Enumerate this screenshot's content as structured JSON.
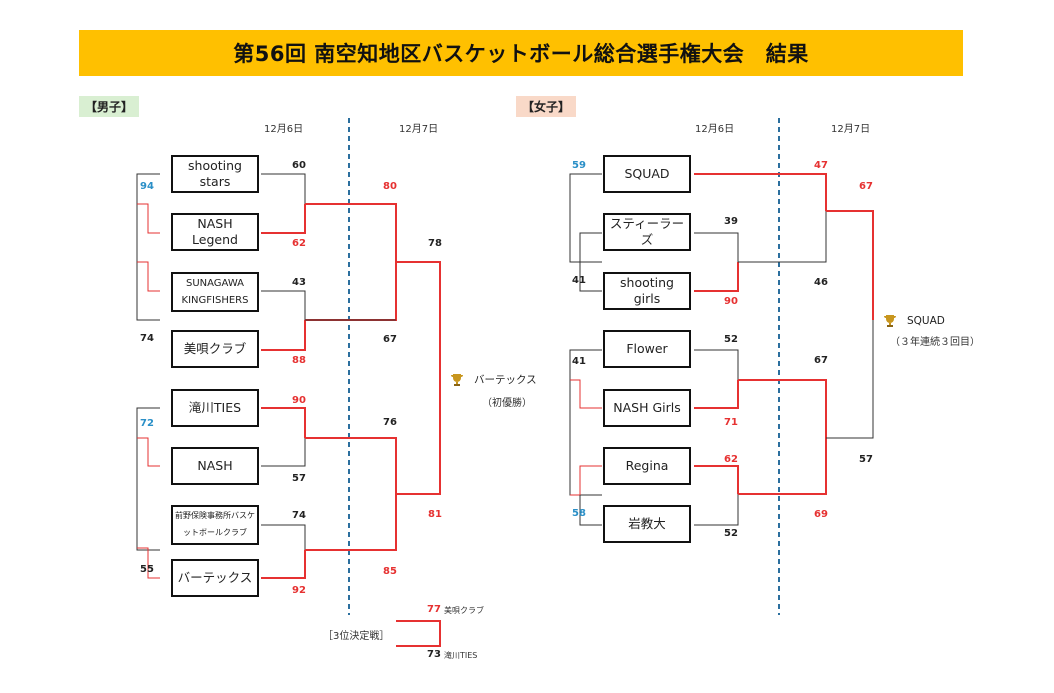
{
  "title": "第56回 南空知地区バスケットボール総合選手権大会　結果",
  "men": {
    "label": "【男子】",
    "date1": "12月6日",
    "date2": "12月7日",
    "teams": [
      "shooting stars",
      "NASH Legend",
      "SUNAGAWA KINGFISHERS",
      "美唄クラブ",
      "滝川TIES",
      "NASH",
      "前野保険事務所バスケットボールクラブ",
      "バーテックス"
    ],
    "scores": {
      "r1_shooting": "60",
      "r1_nash_legend": "62",
      "r1_sunagawa": "43",
      "r1_bibai": "88",
      "r1_takikawa": "90",
      "r1_nash": "57",
      "r1_maeno": "74",
      "r1_vertex": "92",
      "pre_top": "94",
      "pre_top_low": "74",
      "pre_bot": "72",
      "pre_bot_low": "55",
      "sf1_top": "80",
      "sf1_bot": "67",
      "sf2_top": "76",
      "sf2_bot": "85",
      "final_top": "78",
      "final_bot": "81"
    },
    "champion": "バーテックス",
    "champion_note": "（初優勝）",
    "third_place_label": "［3位決定戦］",
    "third_top_score": "77",
    "third_top_team": "美唄クラブ",
    "third_bot_score": "73",
    "third_bot_team": "滝川TIES"
  },
  "women": {
    "label": "【女子】",
    "date1": "12月6日",
    "date2": "12月7日",
    "teams": [
      "SQUAD",
      "スティーラーズ",
      "shooting girls",
      "Flower",
      "NASH Girls",
      "Regina",
      "岩教大"
    ],
    "scores": {
      "r1_squad": "59",
      "r1_steelers": "39",
      "r1_girls": "90",
      "r1_pre_low": "41",
      "r1_flower": "52",
      "r1_nashgirls": "71",
      "r1_pre2": "41",
      "r1_regina": "62",
      "r1_gankyo": "52",
      "r1_pre3": "58",
      "sf1_top": "47",
      "sf1_bot": "46",
      "sf2_top": "67",
      "sf2_bot": "69",
      "final_top": "67",
      "final_bot": "57"
    },
    "champion": "SQUAD",
    "champion_note": "（３年連続３回目）"
  },
  "colors": {
    "win": "#e63131",
    "lose": "#333333",
    "title_bg": "#ffc000",
    "divider": "#2b6f9e"
  }
}
